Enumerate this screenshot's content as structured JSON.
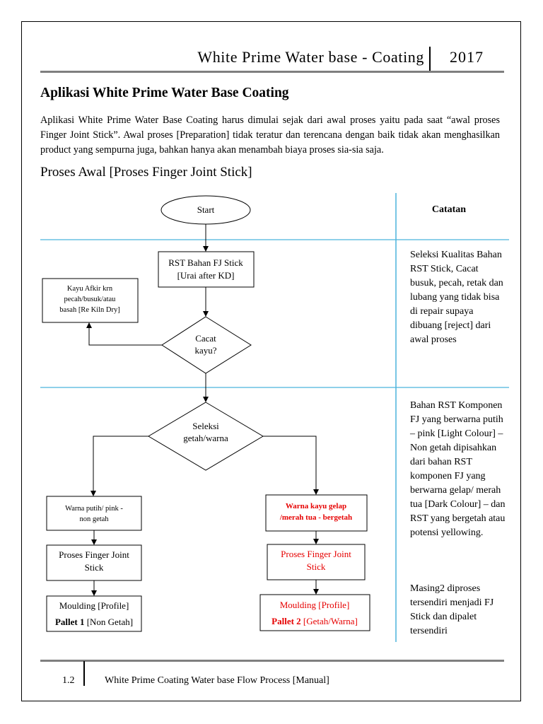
{
  "header": {
    "title": "White Prime Water base - Coating",
    "year": "2017"
  },
  "section_title": "Aplikasi White Prime Water Base Coating",
  "intro": "Aplikasi White Prime Water Base Coating harus dimulai sejak dari awal proses yaitu pada saat “awal proses Finger Joint Stick”. Awal proses [Preparation] tidak teratur dan terencana dengan baik tidak akan menghasilkan product yang sempurna juga, bahkan hanya akan menambah biaya proses sia-sia saja.",
  "sub_title": "Proses Awal [Proses Finger Joint Stick]",
  "flowchart": {
    "start": "Start",
    "rst_bahan": [
      "RST Bahan FJ Stick",
      "[Urai after KD]"
    ],
    "kayu_afkir": [
      "Kayu Afkir krn",
      "pecah/busuk/atau",
      "basah [Re Kiln Dry]"
    ],
    "cacat_kayu": [
      "Cacat",
      "kayu?"
    ],
    "seleksi": [
      "Seleksi",
      "getah/warna"
    ],
    "left_branch": {
      "warna": [
        "Warna putih/ pink -",
        "non getah"
      ],
      "proses": [
        "Proses Finger Joint",
        "Stick"
      ],
      "moulding": "Moulding [Profile]",
      "pallet_bold": "Pallet 1",
      "pallet_rest": "[Non Getah]"
    },
    "right_branch": {
      "warna": [
        "Warna kayu gelap",
        "/merah tua - bergetah"
      ],
      "proses": [
        "Proses Finger Joint",
        "Stick"
      ],
      "moulding": "Moulding [Profile]",
      "pallet_bold": "Pallet 2",
      "pallet_rest": "[Getah/Warna]"
    }
  },
  "notes": {
    "title": "Catatan",
    "note1": "Seleksi Kualitas Bahan RST Stick, Cacat busuk, pecah, retak dan lubang yang tidak bisa di repair supaya dibuang [reject] dari awal proses",
    "note2": "Bahan RST Komponen FJ yang berwarna putih – pink [Light Colour] – Non getah dipisahkan dari bahan RST komponen FJ yang berwarna gelap/ merah tua [Dark Colour] – dan RST yang bergetah atau potensi yellowing.",
    "note3": "Masing2 diproses tersendiri menjadi FJ Stick dan dipalet tersendiri"
  },
  "footer": {
    "page": "1.2",
    "text": "White Prime Coating Water base Flow Process [Manual]"
  },
  "colors": {
    "accent_red": "#e60000",
    "guide_blue": "#4bb3dc",
    "rule_gray": "#7f7f7f"
  }
}
